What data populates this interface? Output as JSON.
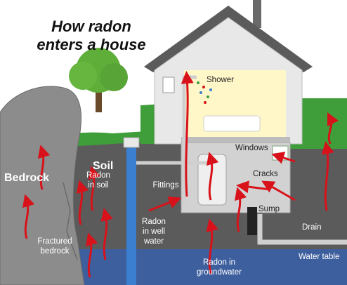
{
  "title_line1": "How radon",
  "title_line2": "enters a house",
  "labels": {
    "bedrock": "Bedrock",
    "soil": "Soil",
    "radon_in_soil_1": "Radon",
    "radon_in_soil_2": "in soil",
    "fractured_1": "Fractured",
    "fractured_2": "bedrock",
    "fittings": "Fittings",
    "well_1": "Radon",
    "well_2": "in well",
    "well_3": "water",
    "shower": "Shower",
    "windows": "Windows",
    "cracks": "Cracks",
    "sump": "Sump",
    "drain": "Drain",
    "water_table": "Water table",
    "groundwater_1": "Radon in",
    "groundwater_2": "groundwater"
  },
  "colors": {
    "sky": "#ffffff",
    "grass": "#3f9e3a",
    "soil": "#5a5a5a",
    "groundwater": "#3e5f9e",
    "bedrock": "#8a8a8a",
    "house_wall": "#e6e6e6",
    "roof": "#5b5b5b",
    "interior": "#fff7c8",
    "radon_arrow": "#d8121b",
    "well_pipe": "#3a7fd0"
  }
}
